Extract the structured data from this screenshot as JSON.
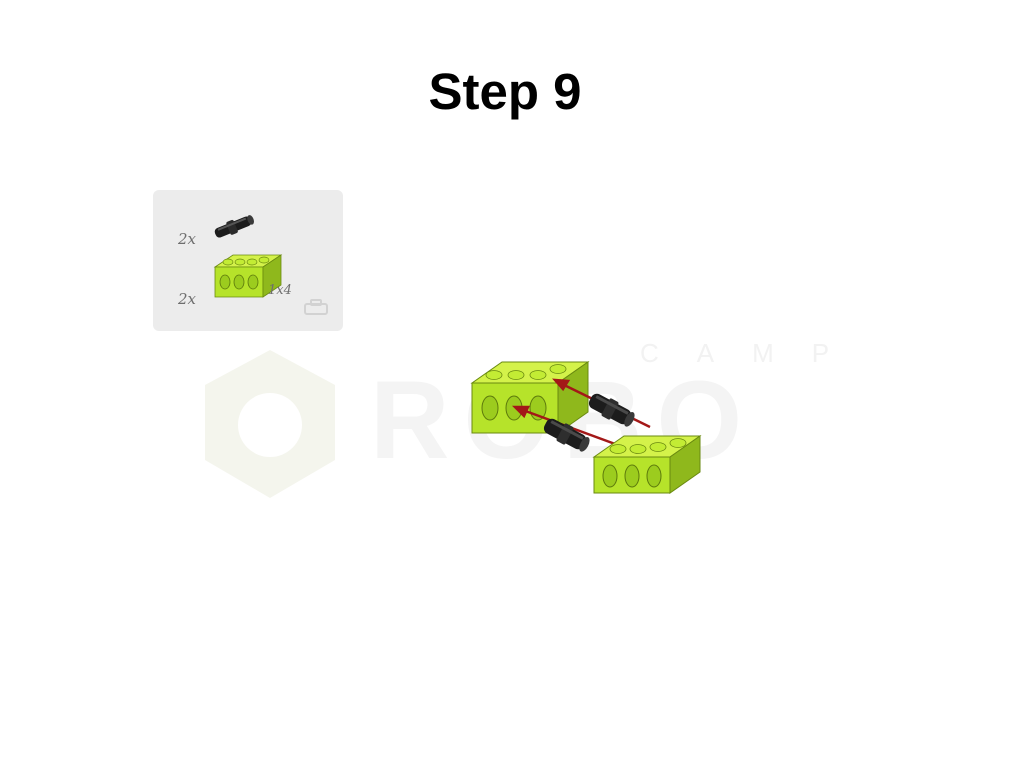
{
  "page": {
    "title": "Step 9"
  },
  "parts_list": {
    "items": [
      {
        "quantity": "2x",
        "part": "connector-pin-icon"
      },
      {
        "quantity": "2x",
        "part": "technic-beam-1x4-icon",
        "size_label": "1x4"
      }
    ]
  },
  "watermark": {
    "text_top": "CAMP",
    "text_main": "ROBO"
  },
  "colors": {
    "beam_lime": "#b6e32a",
    "pin_black": "#1c1c1c",
    "arrow_red": "#a31818",
    "panel_gray": "#ececec"
  }
}
